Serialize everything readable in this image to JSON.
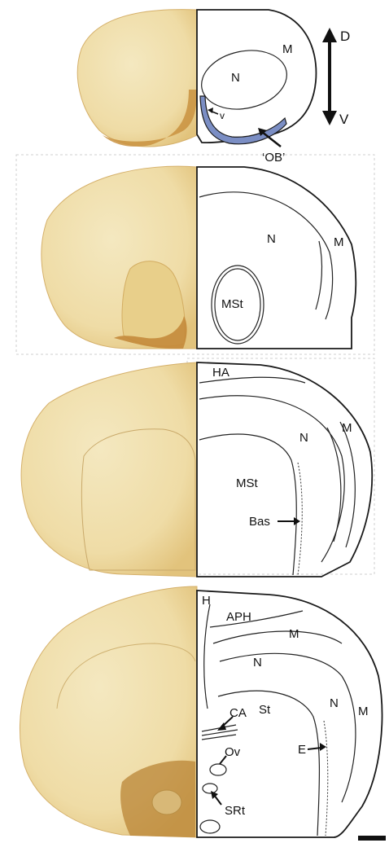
{
  "colors": {
    "stain_light": "#f1e3b5",
    "stain_mid": "#e6cf8e",
    "stain_dark": "#c48c3d",
    "nissl_light": "#b4c3de",
    "nissl_mid": "#9aaed6",
    "nissl_dark": "#8196cc",
    "outline": "#1a1a1a"
  },
  "orientation": {
    "dorsal": "D",
    "ventral": "V"
  },
  "sections": [
    {
      "id": "section-1",
      "labels": {
        "n": "N",
        "m": "M",
        "v": "v",
        "ob": "‘OB’"
      }
    },
    {
      "id": "section-2",
      "labels": {
        "n": "N",
        "m": "M",
        "mst": "MSt"
      }
    },
    {
      "id": "section-3",
      "labels": {
        "ha": "HA",
        "n": "N",
        "m": "M",
        "mst": "MSt",
        "bas": "Bas"
      }
    },
    {
      "id": "section-4",
      "labels": {
        "h": "H",
        "aph": "APH",
        "m_top": "M",
        "n_top": "N",
        "st": "St",
        "n_lat": "N",
        "m_lat": "M",
        "ca": "CA",
        "e": "E",
        "ov": "Ov",
        "srt": "SRt"
      }
    }
  ]
}
